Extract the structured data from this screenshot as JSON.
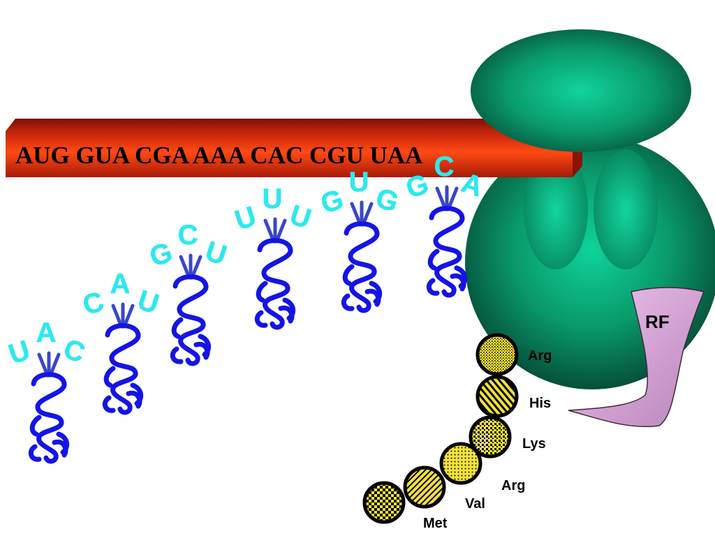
{
  "mrna": {
    "sequence": "AUG GUA CGA AAA CAC CGU UAA"
  },
  "trnas": [
    {
      "anticodon": "UAC"
    },
    {
      "anticodon": "CAU"
    },
    {
      "anticodon": "GCU"
    },
    {
      "anticodon": "UUU"
    },
    {
      "anticodon": "GUG"
    },
    {
      "anticodon": "GCA"
    }
  ],
  "release_factor": {
    "label": "RF"
  },
  "polypeptide": {
    "amino_acids": [
      "Met",
      "Val",
      "Arg",
      "Lys",
      "His",
      "Arg"
    ]
  },
  "colors": {
    "mrna_bar": "#e03010",
    "anticodon_text": "#2ee8ee",
    "trna": "#1414e6",
    "ribosome": "#0c8a62",
    "release_factor": "#e0a8e0",
    "amino_acid_fill": "#f2e23a"
  }
}
